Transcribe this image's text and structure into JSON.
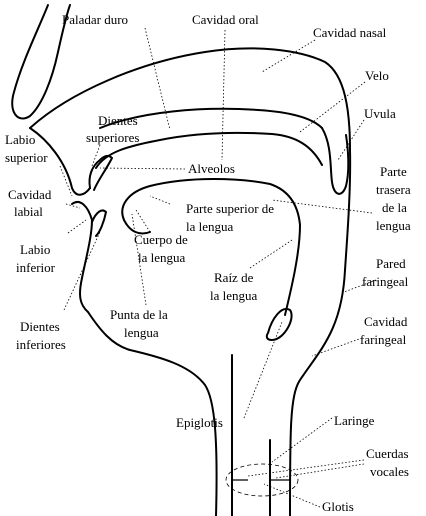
{
  "diagram": {
    "labels": {
      "paladar_duro": "Paladar duro",
      "cavidad_oral": "Cavidad oral",
      "cavidad_nasal": "Cavidad nasal",
      "velo": "Velo",
      "uvula": "Uvula",
      "dientes_superiores_1": "Dientes",
      "dientes_superiores_2": "superiores",
      "labio_superior_1": "Labio",
      "labio_superior_2": "superior",
      "alveolos": "Alveolos",
      "parte_trasera_1": "Parte",
      "parte_trasera_2": "trasera",
      "parte_trasera_3": "de  la",
      "parte_trasera_4": "lengua",
      "cavidad_labial_1": "Cavidad",
      "cavidad_labial_2": "labial",
      "parte_superior_1": "Parte superior de",
      "parte_superior_2": "la lengua",
      "labio_inferior_1": "Labio",
      "labio_inferior_2": "inferior",
      "cuerpo_1": "Cuerpo de",
      "cuerpo_2": "la lengua",
      "pared_faringeal_1": "Pared",
      "pared_faringeal_2": "faringeal",
      "raiz_1": "Raíz de",
      "raiz_2": "la lengua",
      "dientes_inferiores_1": "Dientes",
      "dientes_inferiores_2": "inferiores",
      "punta_1": "Punta de la",
      "punta_2": "lengua",
      "cavidad_faringeal_1": "Cavidad",
      "cavidad_faringeal_2": "faringeal",
      "epiglotis": "Epiglotis",
      "laringe": "Laringe",
      "cuerdas_vocales_1": "Cuerdas",
      "cuerdas_vocales_2": "vocales",
      "glotis": "Glotis"
    }
  }
}
